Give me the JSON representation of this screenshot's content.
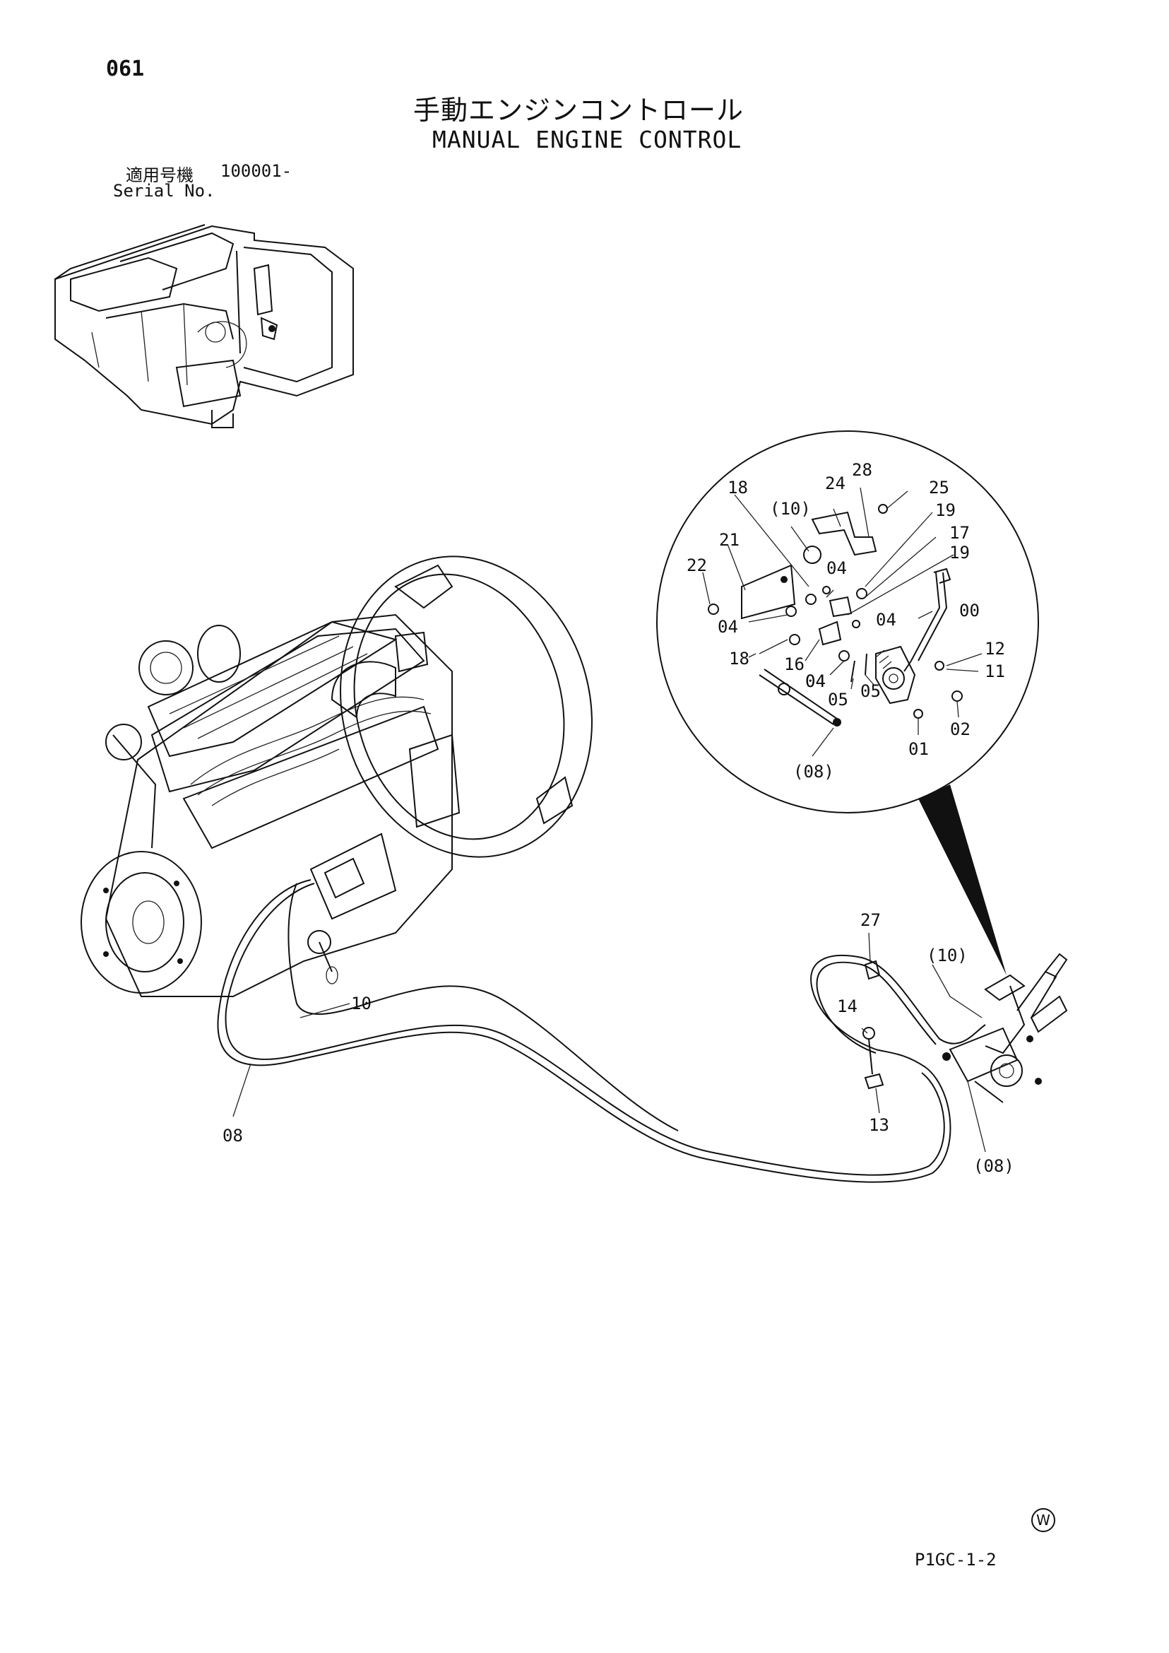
{
  "header": {
    "page_number": "061",
    "title_jp": "手動エンジンコントロール",
    "title_en": "MANUAL ENGINE CONTROL",
    "serial_label_jp": "適用号機",
    "serial_value": "100001-",
    "serial_label_en": "Serial No."
  },
  "footer": {
    "page_code": "P1GC-1-2",
    "w_mark": "W"
  },
  "callouts": {
    "detail": [
      "18",
      "(10)",
      "24",
      "28",
      "25",
      "19",
      "17",
      "19",
      "21",
      "22",
      "04",
      "04",
      "04",
      "00",
      "04",
      "18",
      "16",
      "04",
      "05",
      "05",
      "12",
      "11",
      "02",
      "01",
      "(08)"
    ],
    "main": [
      "27",
      "(10)",
      "14",
      "13",
      "(08)",
      "10",
      "08"
    ]
  },
  "icons": [
    "excavator-overview-drawing",
    "engine-drawing",
    "control-lever-drawing",
    "cable-drawing",
    "detail-magnifier-circle"
  ]
}
